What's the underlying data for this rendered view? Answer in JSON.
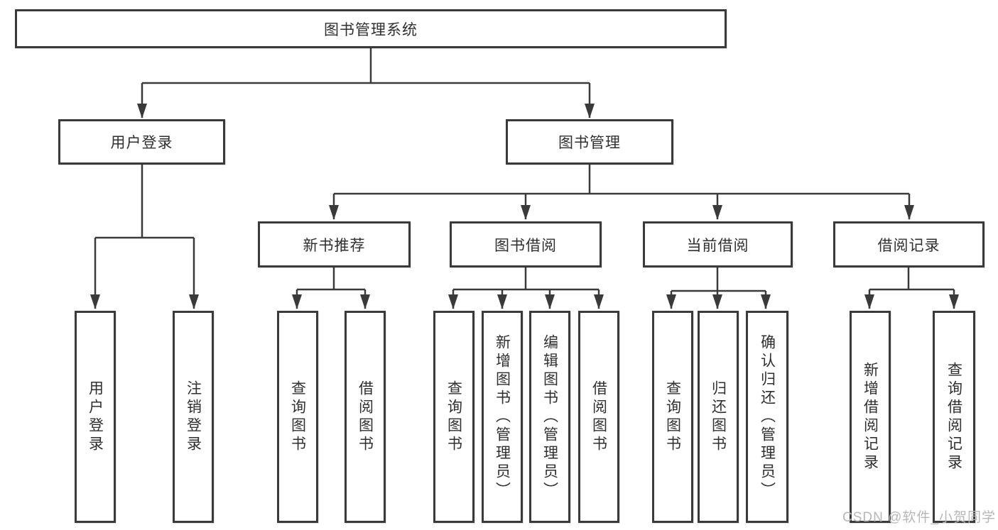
{
  "diagram": {
    "type": "hierarchy-diagram",
    "root": {
      "label": "图书管理系统"
    },
    "branches": [
      {
        "label": "用户登录",
        "children": [
          {
            "label": "用户登录"
          },
          {
            "label": "注销登录"
          }
        ]
      },
      {
        "label": "图书管理",
        "children": [
          {
            "label": "新书推荐",
            "children": [
              {
                "label": "查询图书"
              },
              {
                "label": "借阅图书"
              }
            ]
          },
          {
            "label": "图书借阅",
            "children": [
              {
                "label": "查询图书"
              },
              {
                "label": "新增图书（管理员）"
              },
              {
                "label": "编辑图书（管理员）"
              },
              {
                "label": "借阅图书"
              }
            ]
          },
          {
            "label": "当前借阅",
            "children": [
              {
                "label": "查询图书"
              },
              {
                "label": "归还图书"
              },
              {
                "label": "确认归还（管理员）"
              }
            ]
          },
          {
            "label": "借阅记录",
            "children": [
              {
                "label": "新增借阅记录"
              },
              {
                "label": "查询借阅记录"
              }
            ]
          }
        ]
      }
    ],
    "colors": {
      "line": "#3a3a3a",
      "box_border": "#3a3a3a",
      "box_background": "#ffffff",
      "text": "#2f2f2f",
      "watermark_text": "#b7b7b7"
    }
  },
  "watermark": "CSDN @软件_小贺同学"
}
